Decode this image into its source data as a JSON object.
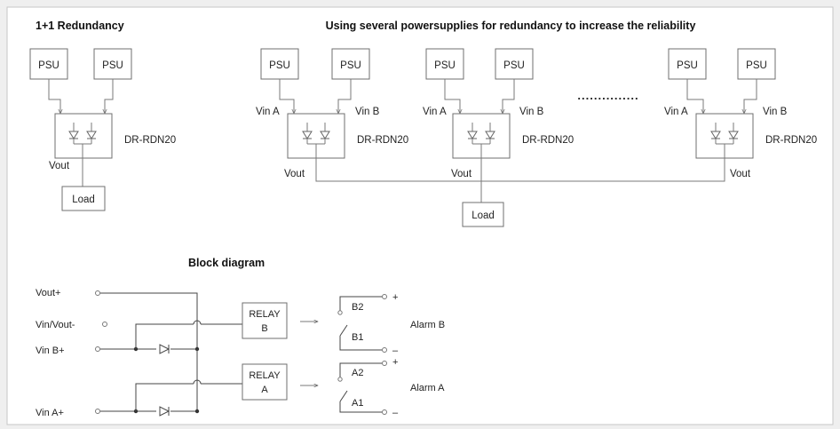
{
  "titles": {
    "redundancy_1_1": "1+1 Redundancy",
    "several": "Using several powersupplies for redundancy to increase the reliability",
    "block": "Block diagram"
  },
  "labels": {
    "psu": "PSU",
    "module": "DR-RDN20",
    "vin_a": "Vin A",
    "vin_b": "Vin B",
    "vout": "Vout",
    "load": "Load",
    "ellipsis": "..............."
  },
  "block": {
    "vout_plus": "Vout+",
    "vin_vout_minus": "Vin/Vout-",
    "vin_b_plus": "Vin B+",
    "vin_a_plus": "Vin A+",
    "relay": "RELAY",
    "relay_b_letter": "B",
    "relay_a_letter": "A",
    "b2": "B2",
    "b1": "B1",
    "a2": "A2",
    "a1": "A1",
    "alarm_b": "Alarm B",
    "alarm_a": "Alarm A",
    "plus": "+",
    "minus": "–"
  }
}
